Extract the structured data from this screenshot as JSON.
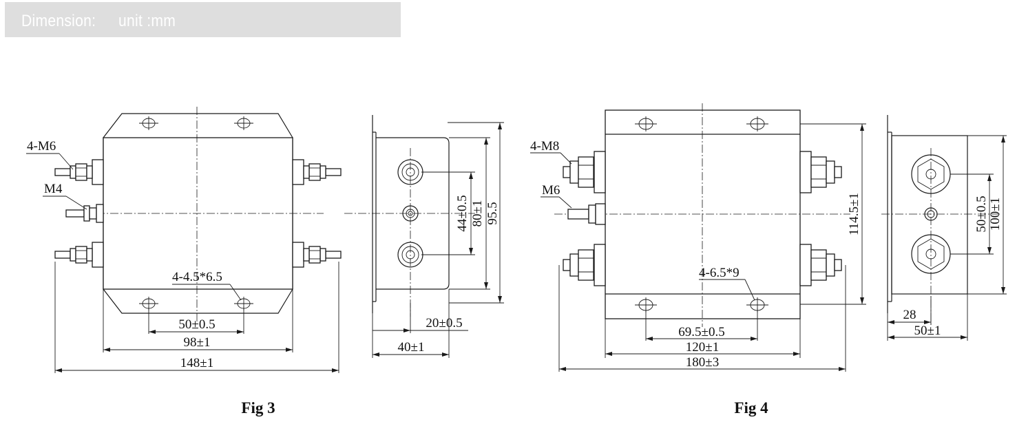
{
  "header": {
    "label": "Dimension:",
    "unit": "unit :mm",
    "band_color": "#dedede",
    "text_color": "#ffffff"
  },
  "fig3": {
    "caption": "Fig 3",
    "labels": {
      "terminal": "4-M6",
      "ground": "M4",
      "holes": "4-4.5*6.5"
    },
    "dimensions": {
      "hole_spacing": "50±0.5",
      "body_width": "98±1",
      "overall_width": "148±1",
      "terminal_spacing": "44±0.5",
      "mount_height": "80±1",
      "total_height": "95.5",
      "side_offset": "20±0.5",
      "side_depth": "40±1"
    }
  },
  "fig4": {
    "caption": "Fig 4",
    "labels": {
      "terminal": "4-M8",
      "ground": "M6",
      "holes": "4-6.5*9"
    },
    "dimensions": {
      "hole_spacing": "69.5±0.5",
      "body_width": "120±1",
      "overall_width": "180±3",
      "total_height": "114.5±1",
      "terminal_spacing": "50±0.5",
      "mount_height": "100±1",
      "side_offset": "28",
      "side_depth": "50±1"
    }
  }
}
